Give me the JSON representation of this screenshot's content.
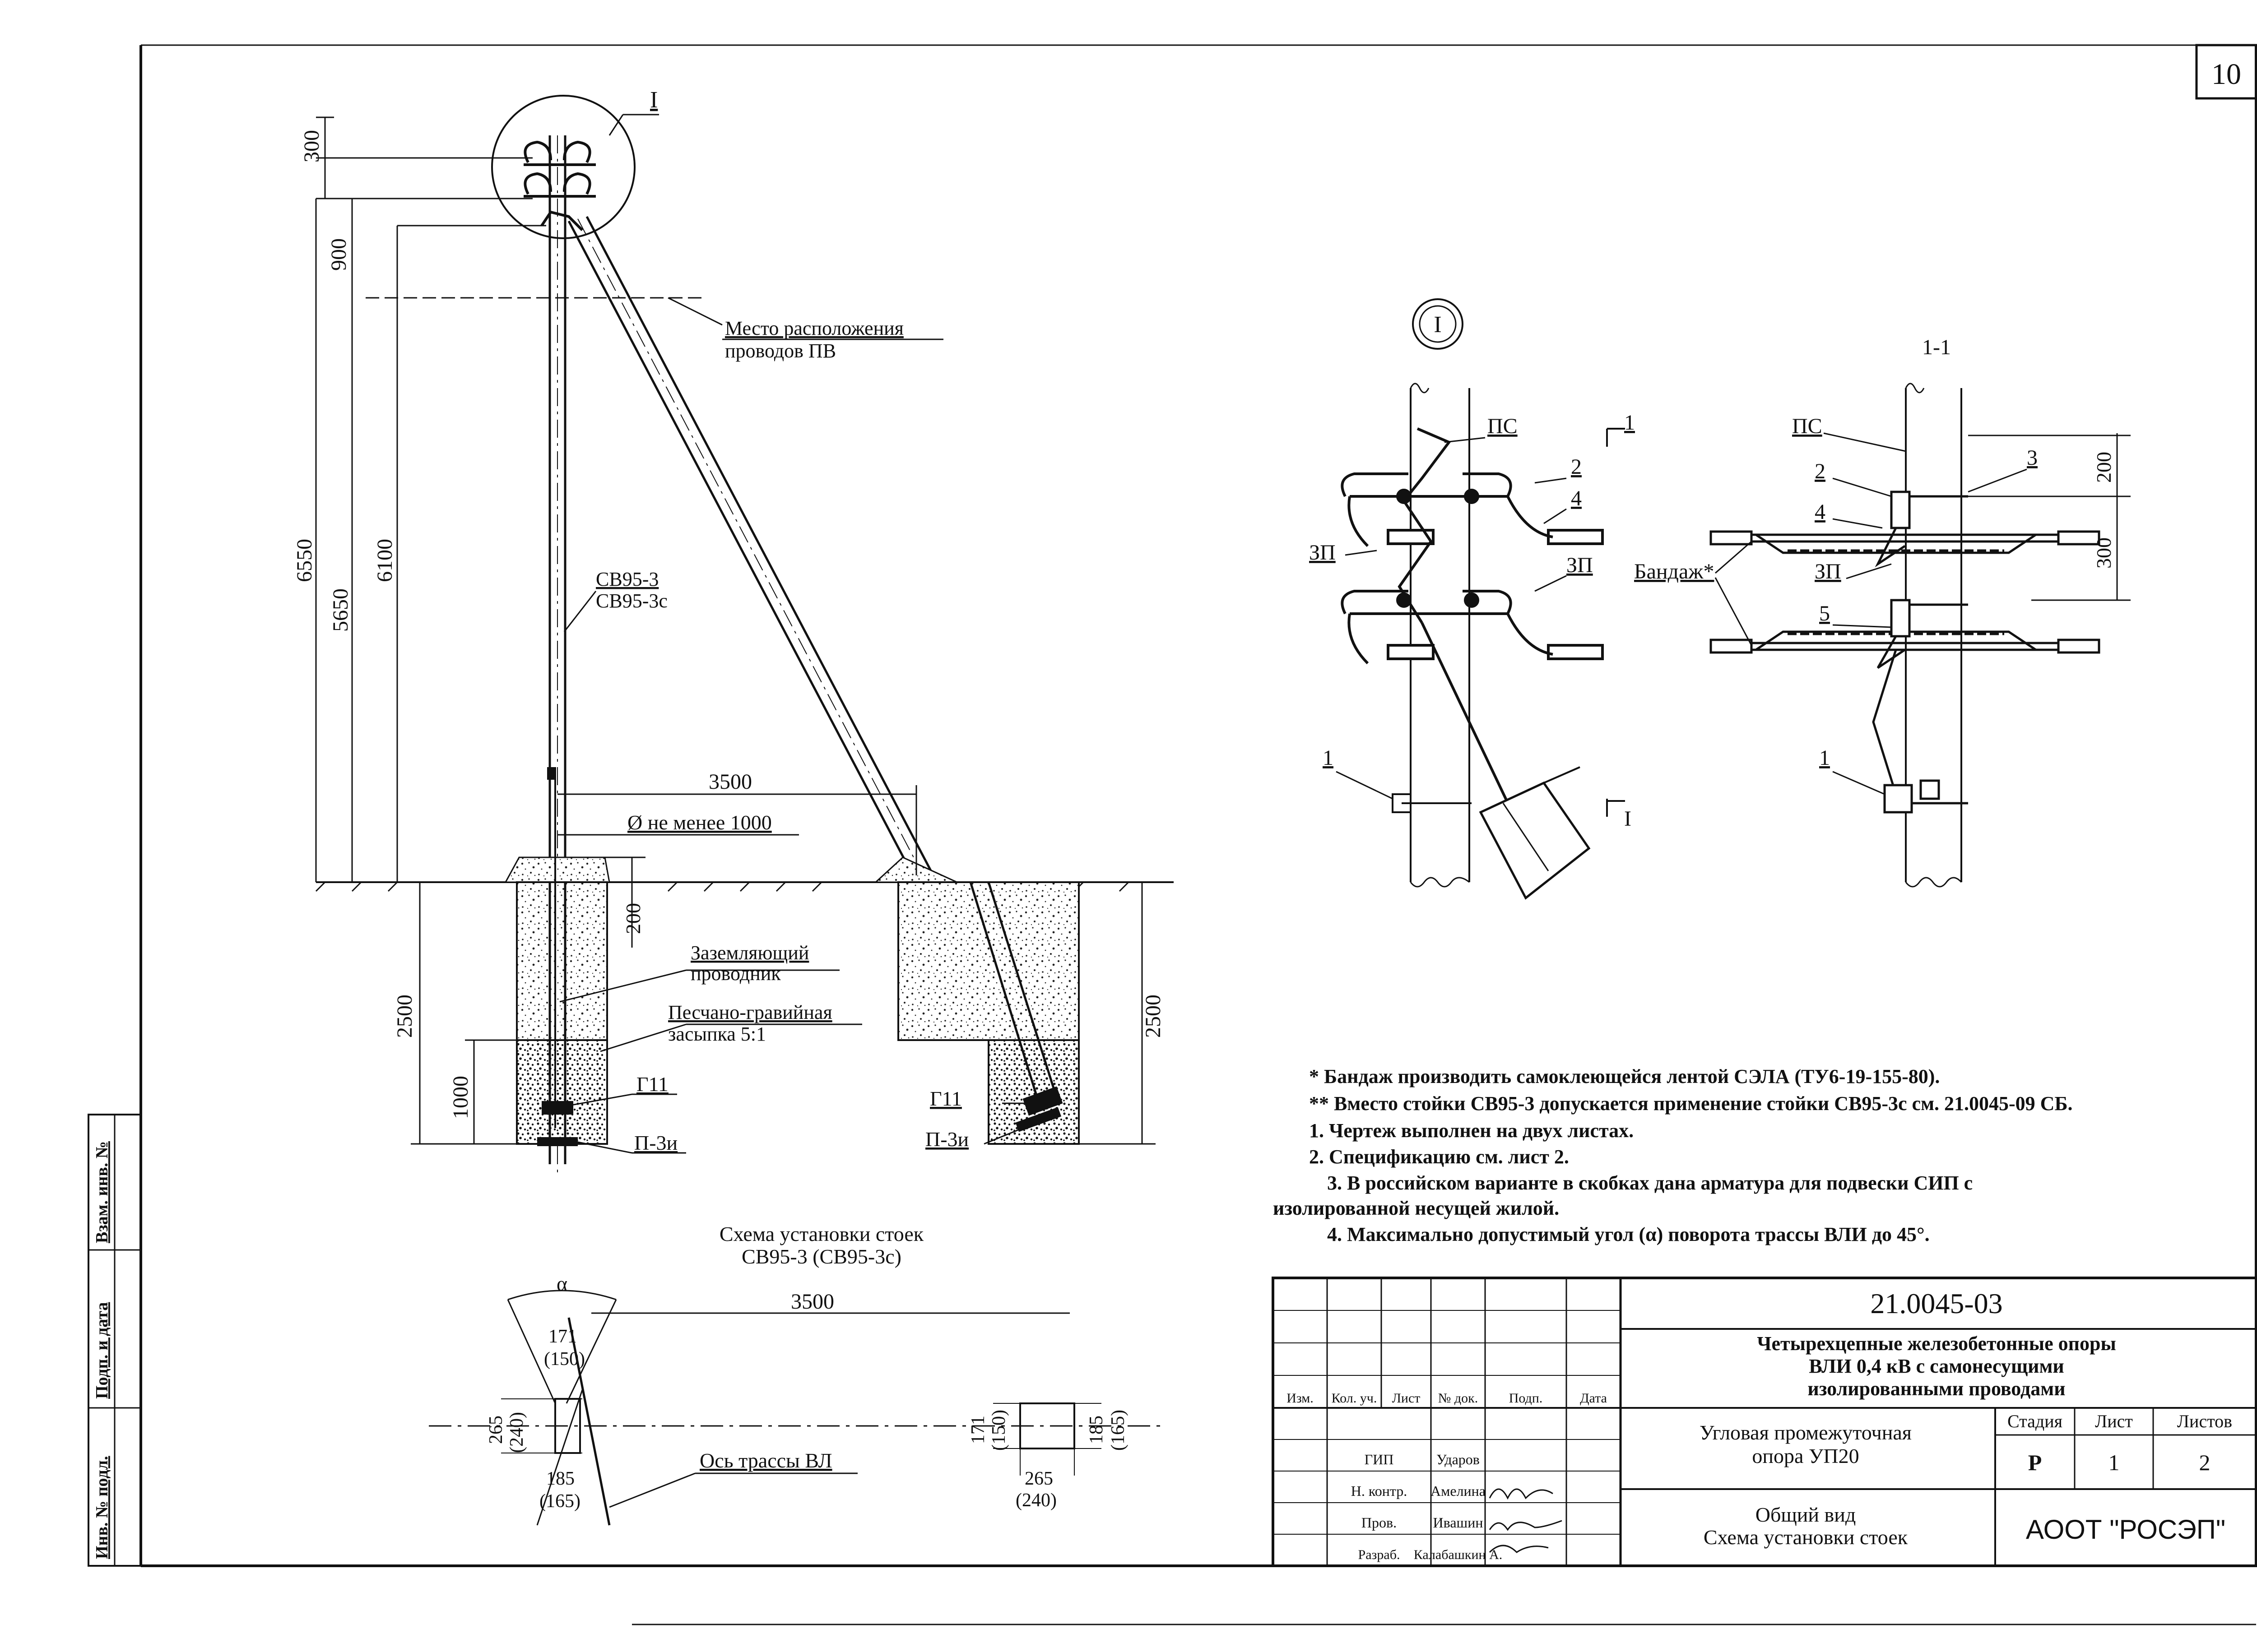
{
  "sheet": {
    "number": "10"
  },
  "main_view": {
    "node_callout": "I",
    "wire_place_label_line1": "Место расположения",
    "wire_place_label_line2": "проводов ПВ",
    "pole_label_1": "СВ95-3",
    "pole_label_2": "СВ95-3с",
    "dim_300": "300",
    "dim_900": "900",
    "dim_6550": "6550",
    "dim_5650": "5650",
    "dim_6100": "6100",
    "dim_3500": "3500",
    "diameter_label": "Ø не менее 1000",
    "dim_200": "200",
    "dim_2500_left": "2500",
    "dim_2500_right": "2500",
    "dim_1000": "1000",
    "ground_conductor_line1": "Заземляющий",
    "ground_conductor_line2": "проводник",
    "backfill_line1": "Песчано-гравийная",
    "backfill_line2": "засыпка 5:1",
    "g11_left": "Г11",
    "p3i_left": "П-3и",
    "g11_right": "Г11",
    "p3i_right": "П-3и"
  },
  "detail_view": {
    "callout": "I",
    "section_title": "1-1",
    "ps_left": "ПС",
    "ps_right": "ПС",
    "zp_left_1": "ЗП",
    "zp_left_2": "ЗП",
    "zp_right": "ЗП",
    "bandage": "Бандаж*",
    "n1_left": "1",
    "n2_left": "2",
    "n4_left": "4",
    "n1_right": "1",
    "n2_right": "2",
    "n3_right": "3",
    "n4_right": "4",
    "n5_right": "5",
    "section_mark_top": "1",
    "section_mark_bottom": "I",
    "dim_200": "200",
    "dim_300": "300"
  },
  "plan_view": {
    "title_line1": "Схема установки стоек",
    "title_line2": "СВ95-3 (СВ95-3с)",
    "alpha": "α",
    "dim_3500": "3500",
    "d171_150_left": "171",
    "d150_left": "(150)",
    "d265_left": "265",
    "d240_left": "(240)",
    "d185_left": "185",
    "d165_left": "(165)",
    "axis_label": "Ось трассы ВЛ",
    "d171_right": "171",
    "d150_right": "(150)",
    "d185_right": "185",
    "d165_right": "(165)",
    "d265_right": "265",
    "d240_right": "(240)"
  },
  "notes": [
    "* Бандаж производить самоклеющейся лентой СЭЛА (ТУ6-19-155-80).",
    "** Вместо стойки СВ95-3 допускается применение стойки СВ95-3с см. 21.0045-09 СБ.",
    "1. Чертеж выполнен на двух листах.",
    "2. Спецификацию см. лист 2.",
    "3. В российском варианте в скобках дана арматура для подвески СИП с",
    "изолированной несущей жилой.",
    "4. Максимально допустимый угол (α) поворота трассы ВЛИ до 45°."
  ],
  "title_block": {
    "doc_code": "21.0045-03",
    "doc_title_line1": "Четырехцепные железобетонные опоры",
    "doc_title_line2": "ВЛИ 0,4 кВ с самонесущими",
    "doc_title_line3": "изолированными проводами",
    "part_title_line1": "Угловая промежуточная",
    "part_title_line2": "опора УП20",
    "sheet_title_line1": "Общий вид",
    "sheet_title_line2": "Схема установки стоек",
    "col_izm": "Изм.",
    "col_kol": "Кол. уч.",
    "col_list": "Лист",
    "col_ndok": "№ док.",
    "col_podp": "Подп.",
    "col_data": "Дата",
    "role_gip": "ГИП",
    "role_nkontr": "Н. контр.",
    "role_prov": "Пров.",
    "role_razrab": "Разраб.",
    "name_gip": "Ударов",
    "name_nkontr": "Амелина",
    "name_prov": "Ивашин",
    "name_razrab": "Калабашкин А.",
    "stage_header": "Стадия",
    "sheet_header": "Лист",
    "sheets_header": "Листов",
    "stage_value": "Р",
    "sheet_value": "1",
    "sheets_value": "2",
    "company": "АООТ \"РОСЭП\""
  },
  "side_stamp": {
    "inv_podl": "Инв. № подл.",
    "podp_data": "Подп. и дата",
    "vzam_inv": "Взам. инв. №"
  }
}
